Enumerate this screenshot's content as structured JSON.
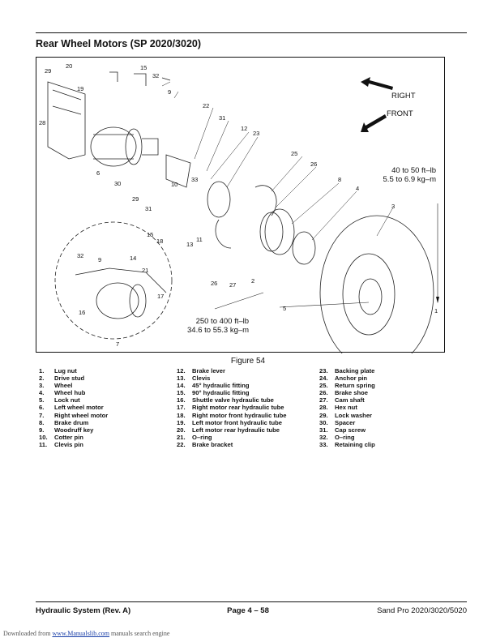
{
  "header": {
    "title": "Rear Wheel Motors (SP 2020/3020)"
  },
  "figure": {
    "callouts": [
      "20",
      "15",
      "29",
      "32",
      "19",
      "9",
      "28",
      "22",
      "31",
      "12",
      "23",
      "25",
      "26",
      "8",
      "4",
      "3",
      "6",
      "30",
      "10",
      "33",
      "29",
      "31",
      "11",
      "13",
      "15",
      "18",
      "32",
      "9",
      "14",
      "21",
      "17",
      "16",
      "7",
      "26",
      "27",
      "2",
      "5",
      "1"
    ],
    "directions": {
      "right": "RIGHT",
      "front": "FRONT"
    },
    "torque_upper": {
      "line1": "40 to 50 ft–lb",
      "line2": "5.5 to 6.9 kg–m"
    },
    "torque_lower": {
      "line1": "250 to 400 ft–lb",
      "line2": "34.6 to 55.3 kg–m"
    },
    "caption": "Figure 54"
  },
  "legend": {
    "col1": [
      {
        "num": "1.",
        "label": "Lug nut"
      },
      {
        "num": "2.",
        "label": "Drive stud"
      },
      {
        "num": "3.",
        "label": "Wheel"
      },
      {
        "num": "4.",
        "label": "Wheel hub"
      },
      {
        "num": "5.",
        "label": "Lock nut"
      },
      {
        "num": "6.",
        "label": "Left wheel motor"
      },
      {
        "num": "7.",
        "label": "Right wheel motor"
      },
      {
        "num": "8.",
        "label": "Brake drum"
      },
      {
        "num": "9.",
        "label": "Woodruff key"
      },
      {
        "num": "10.",
        "label": "Cotter pin"
      },
      {
        "num": "11.",
        "label": "Clevis pin"
      }
    ],
    "col2": [
      {
        "num": "12.",
        "label": "Brake lever"
      },
      {
        "num": "13.",
        "label": "Clevis"
      },
      {
        "num": "14.",
        "label": "45° hydraulic fitting"
      },
      {
        "num": "15.",
        "label": "90° hydraulic fitting"
      },
      {
        "num": "16.",
        "label": "Shuttle valve hydraulic tube"
      },
      {
        "num": "17.",
        "label": "Right motor rear hydraulic tube"
      },
      {
        "num": "18.",
        "label": "Right motor front hydraulic tube"
      },
      {
        "num": "19.",
        "label": "Left motor front hydraulic tube"
      },
      {
        "num": "20.",
        "label": "Left motor rear hydraulic tube"
      },
      {
        "num": "21.",
        "label": "O–ring"
      },
      {
        "num": "22.",
        "label": "Brake bracket"
      }
    ],
    "col3": [
      {
        "num": "23.",
        "label": "Backing plate"
      },
      {
        "num": "24.",
        "label": "Anchor pin"
      },
      {
        "num": "25.",
        "label": "Return spring"
      },
      {
        "num": "26.",
        "label": "Brake shoe"
      },
      {
        "num": "27.",
        "label": "Cam shaft"
      },
      {
        "num": "28.",
        "label": "Hex nut"
      },
      {
        "num": "29.",
        "label": "Lock washer"
      },
      {
        "num": "30.",
        "label": "Spacer"
      },
      {
        "num": "31.",
        "label": "Cap screw"
      },
      {
        "num": "32.",
        "label": "O–ring"
      },
      {
        "num": "33.",
        "label": "Retaining clip"
      }
    ]
  },
  "footer": {
    "left": "Hydraulic System (Rev. A)",
    "center": "Page 4 – 58",
    "right": "Sand Pro 2020/3020/5020"
  },
  "download": {
    "prefix": "Downloaded from ",
    "link": "www.Manualslib.com",
    "suffix": " manuals search engine"
  }
}
